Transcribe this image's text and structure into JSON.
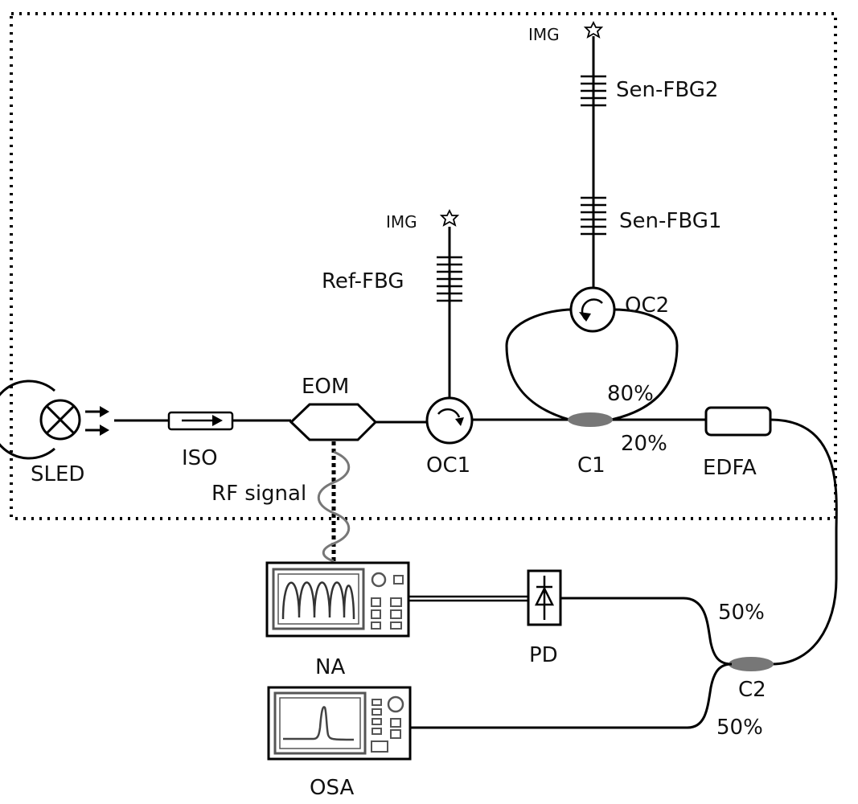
{
  "labels": {
    "img_top": "IMG",
    "img_ref": "IMG",
    "sen_fbg2": "Sen-FBG2",
    "sen_fbg1": "Sen-FBG1",
    "ref_fbg": "Ref-FBG",
    "oc2": "OC2",
    "oc1": "OC1",
    "eom": "EOM",
    "sled": "SLED",
    "iso": "ISO",
    "c1": "C1",
    "c1_upper_ratio": "80%",
    "c1_lower_ratio": "20%",
    "edfa": "EDFA",
    "rf_signal": "RF signal",
    "na": "NA",
    "pd": "PD",
    "c2": "C2",
    "c2_upper_ratio": "50%",
    "c2_lower_ratio": "50%",
    "osa": "OSA"
  },
  "colors": {
    "line": "#000000",
    "coupler_fill": "#777777",
    "rf_wave": "#777777",
    "screen_trace": "#444444"
  },
  "icons": {
    "sled": "cross-circle-icon",
    "iso": "arrow-right-icon",
    "oc": "circular-arrow-icon",
    "img": "star-icon",
    "pd": "photodiode-icon"
  }
}
